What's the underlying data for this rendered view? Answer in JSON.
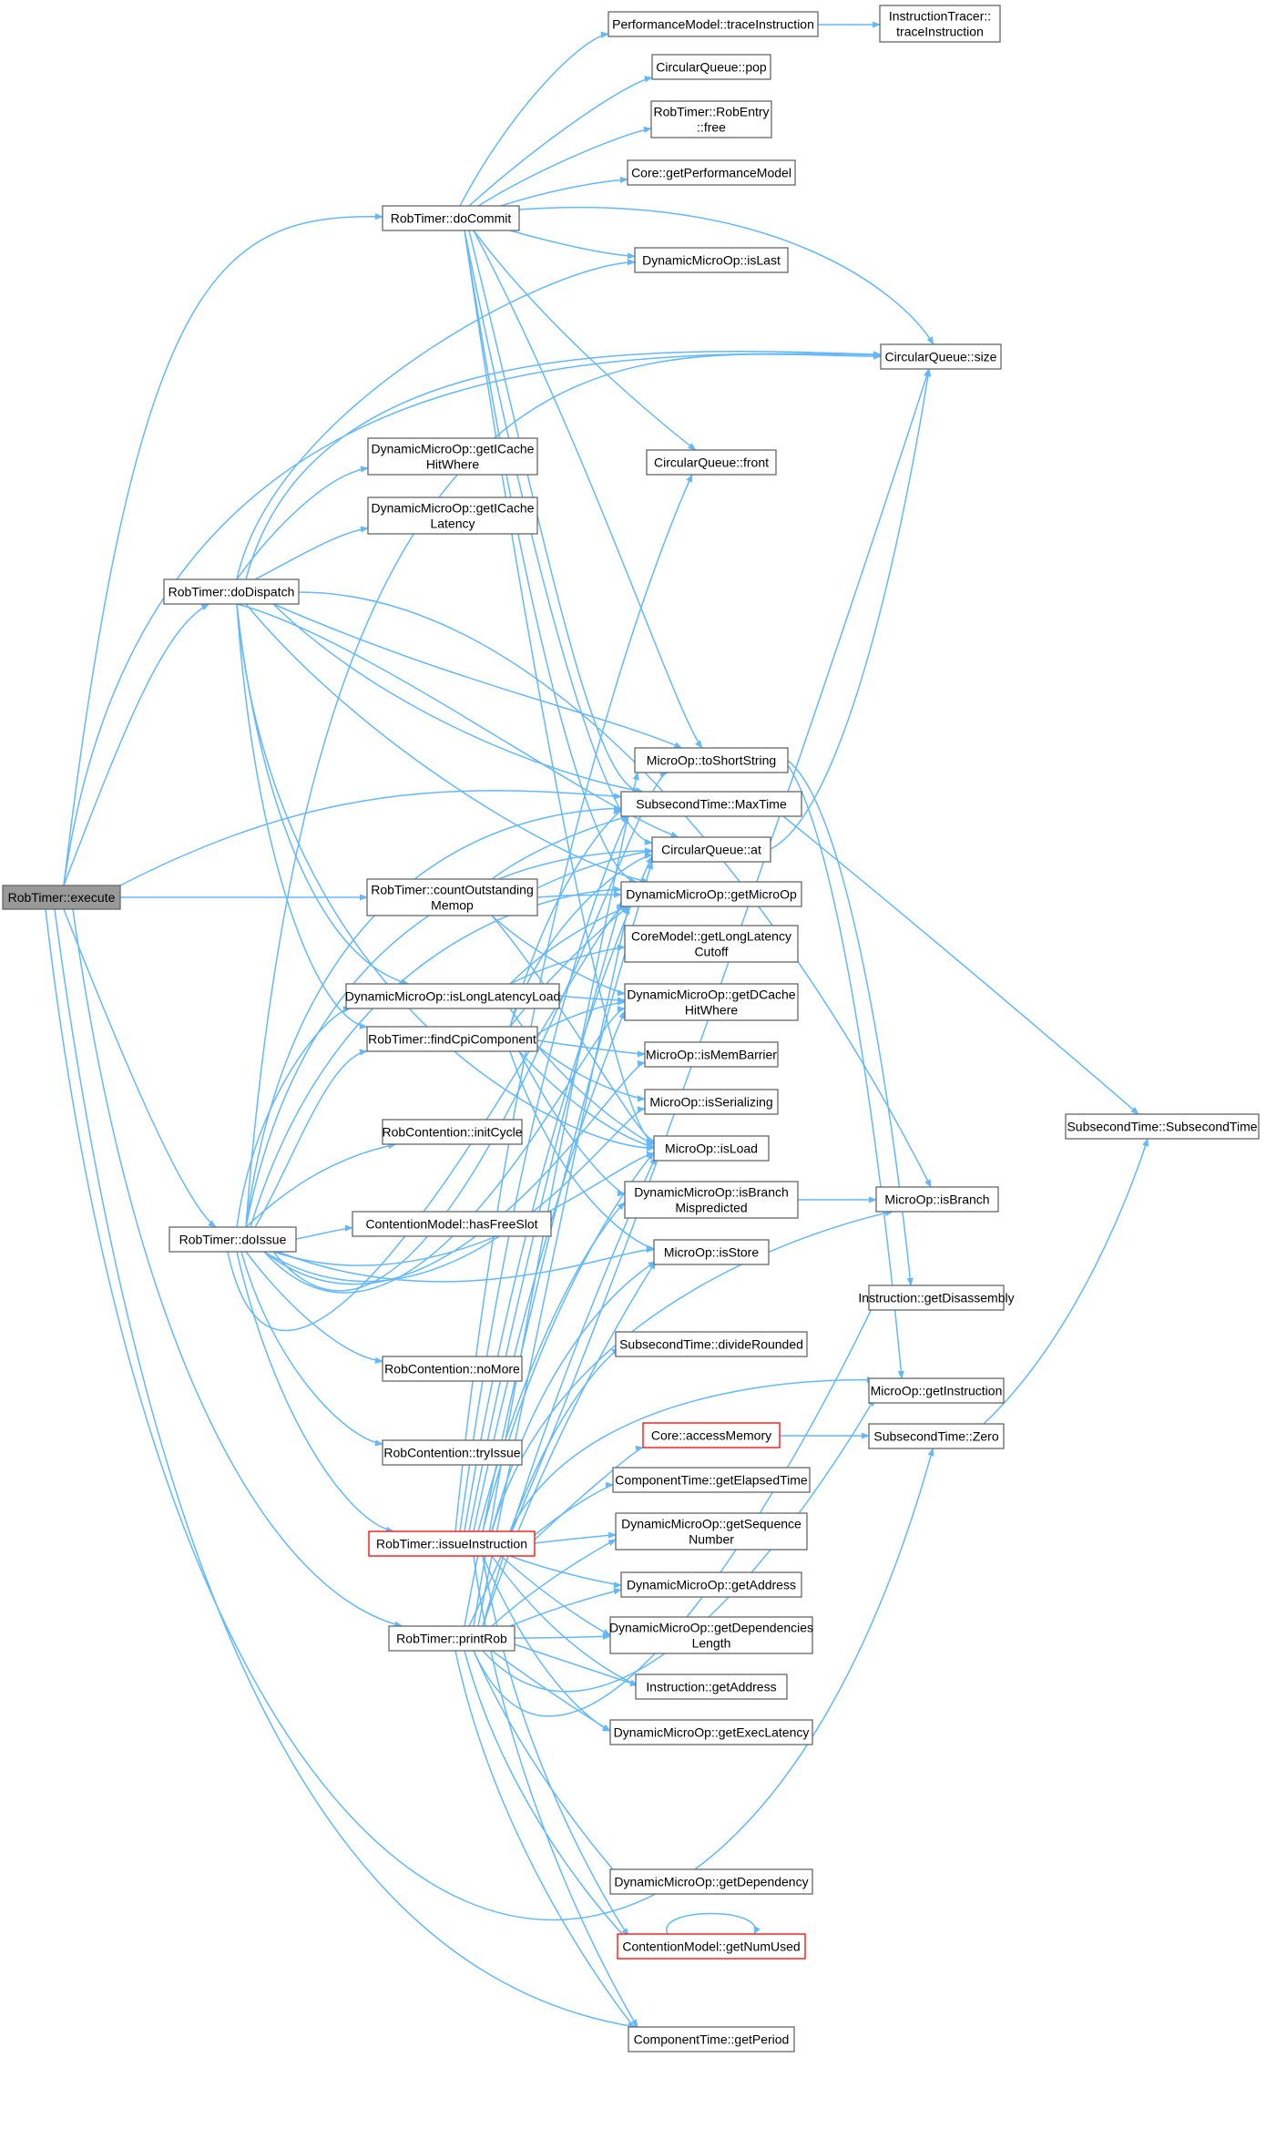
{
  "colors": {
    "edge": "#63b8ff",
    "node_border": "#666666",
    "root_fill": "#999999",
    "highlight_border": "#ff0000"
  },
  "nodes": [
    {
      "id": "execute",
      "lines": [
        "RobTimer::execute"
      ],
      "root": true
    },
    {
      "id": "doCommit",
      "lines": [
        "RobTimer::doCommit"
      ]
    },
    {
      "id": "doDispatch",
      "lines": [
        "RobTimer::doDispatch"
      ]
    },
    {
      "id": "doIssue",
      "lines": [
        "RobTimer::doIssue"
      ]
    },
    {
      "id": "countOutstandingMemop",
      "lines": [
        "RobTimer::countOutstanding",
        "Memop"
      ]
    },
    {
      "id": "findCpiComponent",
      "lines": [
        "RobTimer::findCpiComponent"
      ]
    },
    {
      "id": "issueInstruction",
      "lines": [
        "RobTimer::issueInstruction"
      ],
      "red": true
    },
    {
      "id": "printRob",
      "lines": [
        "RobTimer::printRob"
      ]
    },
    {
      "id": "isLongLatencyLoad",
      "lines": [
        "DynamicMicroOp::isLongLatencyLoad"
      ]
    },
    {
      "id": "getICacheHitWhere",
      "lines": [
        "DynamicMicroOp::getICache",
        "HitWhere"
      ]
    },
    {
      "id": "getICacheLatency",
      "lines": [
        "DynamicMicroOp::getICache",
        "Latency"
      ]
    },
    {
      "id": "initCycle",
      "lines": [
        "RobContention::initCycle"
      ]
    },
    {
      "id": "hasFreeSlot",
      "lines": [
        "ContentionModel::hasFreeSlot"
      ]
    },
    {
      "id": "noMore",
      "lines": [
        "RobContention::noMore"
      ]
    },
    {
      "id": "tryIssue",
      "lines": [
        "RobContention::tryIssue"
      ]
    },
    {
      "id": "traceInstructionPM",
      "lines": [
        "PerformanceModel::traceInstruction"
      ]
    },
    {
      "id": "traceInstructionIT",
      "lines": [
        "InstructionTracer::",
        "traceInstruction"
      ]
    },
    {
      "id": "pop",
      "lines": [
        "CircularQueue::pop"
      ]
    },
    {
      "id": "robEntryFree",
      "lines": [
        "RobTimer::RobEntry",
        "::free"
      ]
    },
    {
      "id": "getPerformanceModel",
      "lines": [
        "Core::getPerformanceModel"
      ]
    },
    {
      "id": "isLast",
      "lines": [
        "DynamicMicroOp::isLast"
      ]
    },
    {
      "id": "cqSize",
      "lines": [
        "CircularQueue::size"
      ]
    },
    {
      "id": "cqFront",
      "lines": [
        "CircularQueue::front"
      ]
    },
    {
      "id": "toShortString",
      "lines": [
        "MicroOp::toShortString"
      ]
    },
    {
      "id": "maxTime",
      "lines": [
        "SubsecondTime::MaxTime"
      ]
    },
    {
      "id": "cqAt",
      "lines": [
        "CircularQueue::at"
      ]
    },
    {
      "id": "getMicroOp",
      "lines": [
        "DynamicMicroOp::getMicroOp"
      ]
    },
    {
      "id": "getLongLatencyCutoff",
      "lines": [
        "CoreModel::getLongLatency",
        "Cutoff"
      ]
    },
    {
      "id": "getDCacheHitWhere",
      "lines": [
        "DynamicMicroOp::getDCache",
        "HitWhere"
      ]
    },
    {
      "id": "isMemBarrier",
      "lines": [
        "MicroOp::isMemBarrier"
      ]
    },
    {
      "id": "isSerializing",
      "lines": [
        "MicroOp::isSerializing"
      ]
    },
    {
      "id": "isLoad",
      "lines": [
        "MicroOp::isLoad"
      ]
    },
    {
      "id": "isBranchMispredicted",
      "lines": [
        "DynamicMicroOp::isBranch",
        "Mispredicted"
      ]
    },
    {
      "id": "isStore",
      "lines": [
        "MicroOp::isStore"
      ]
    },
    {
      "id": "divideRounded",
      "lines": [
        "SubsecondTime::divideRounded"
      ]
    },
    {
      "id": "accessMemory",
      "lines": [
        "Core::accessMemory"
      ],
      "red": true
    },
    {
      "id": "getElapsedTime",
      "lines": [
        "ComponentTime::getElapsedTime"
      ]
    },
    {
      "id": "getSequenceNumber",
      "lines": [
        "DynamicMicroOp::getSequence",
        "Number"
      ]
    },
    {
      "id": "getAddressDMO",
      "lines": [
        "DynamicMicroOp::getAddress"
      ]
    },
    {
      "id": "getDependenciesLength",
      "lines": [
        "DynamicMicroOp::getDependencies",
        "Length"
      ]
    },
    {
      "id": "instrGetAddress",
      "lines": [
        "Instruction::getAddress"
      ]
    },
    {
      "id": "getExecLatency",
      "lines": [
        "DynamicMicroOp::getExecLatency"
      ]
    },
    {
      "id": "getDependency",
      "lines": [
        "DynamicMicroOp::getDependency"
      ]
    },
    {
      "id": "getNumUsed",
      "lines": [
        "ContentionModel::getNumUsed"
      ],
      "red": true
    },
    {
      "id": "getPeriod",
      "lines": [
        "ComponentTime::getPeriod"
      ]
    },
    {
      "id": "isBranch",
      "lines": [
        "MicroOp::isBranch"
      ]
    },
    {
      "id": "getDisassembly",
      "lines": [
        "Instruction::getDisassembly"
      ]
    },
    {
      "id": "getInstruction",
      "lines": [
        "MicroOp::getInstruction"
      ]
    },
    {
      "id": "zero",
      "lines": [
        "SubsecondTime::Zero"
      ]
    },
    {
      "id": "subsecondTimeCtor",
      "lines": [
        "SubsecondTime::SubsecondTime"
      ]
    }
  ]
}
